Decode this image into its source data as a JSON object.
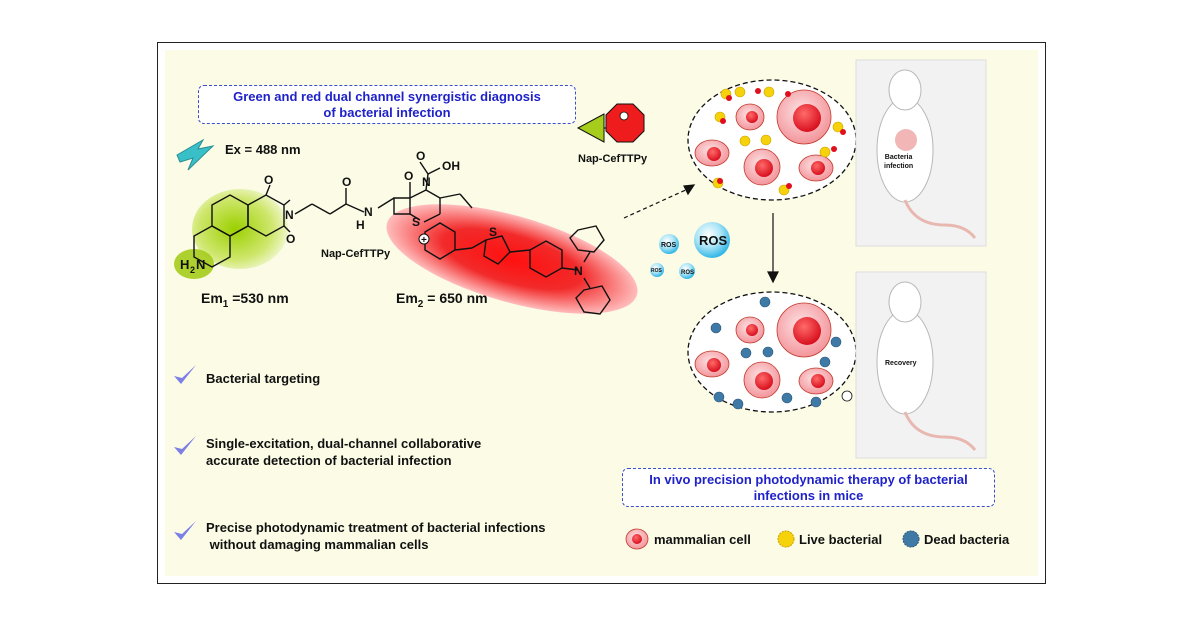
{
  "header_box": {
    "line1": "Green and red dual channel synergistic diagnosis",
    "line2": "of bacterial infection"
  },
  "excitation_label": "Ex = 488 nm",
  "em1": {
    "main": "Em",
    "sub": "1",
    "rest": " =530 nm"
  },
  "em2": {
    "main": "Em",
    "sub": "2",
    "rest": " = 650 nm"
  },
  "molecule": {
    "name_center": "Nap-CefTTPy",
    "name_probe_icon": "Nap-CefTTPy",
    "atoms": {
      "o1": "O",
      "o2": "O",
      "n1": "N",
      "o3": "O",
      "nh": "N",
      "h": "H",
      "o4": "O",
      "n2": "N",
      "s1": "S",
      "oh": "OH",
      "o5": "O",
      "s2": "S",
      "n3": "N",
      "h2n_h": "H",
      "h2n_sub": "2",
      "h2n_n": "N"
    },
    "charge": "+"
  },
  "ros": {
    "large": "ROS",
    "medium": "ROS",
    "small1": "ROS",
    "small2": "ROS"
  },
  "features": [
    {
      "lines": [
        "Bacterial targeting"
      ]
    },
    {
      "lines": [
        "Single-excitation, dual-channel collaborative",
        "accurate detection of bacterial infection"
      ]
    },
    {
      "lines": [
        "Precise photodynamic treatment of bacterial infections",
        " without damaging mammalian cells"
      ]
    }
  ],
  "mouse_labels": {
    "infection_line1": "Bacteria",
    "infection_line2": "infection",
    "recovery": "Recovery"
  },
  "therapy_box": {
    "line1": "In vivo precision photodynamic therapy of bacterial",
    "line2": "infections in mice"
  },
  "legend": [
    {
      "label": "mammalian cell",
      "icon": "mammalian-cell-icon",
      "color": "#e8323f"
    },
    {
      "label": "Live bacterial",
      "icon": "live-bacteria-icon",
      "color": "#f5d20a"
    },
    {
      "label": "Dead bacteria",
      "icon": "dead-bacteria-icon",
      "color": "#3f79a6"
    }
  ],
  "colors": {
    "border": "#222222",
    "panel_background": "#fbfbe6",
    "box_text": "#1f22c8",
    "check": "#7b7fe6",
    "red_cell": "#e8323f",
    "pink_cell": "#f7a6ab",
    "naphthalimide": "#a6d400"
  }
}
